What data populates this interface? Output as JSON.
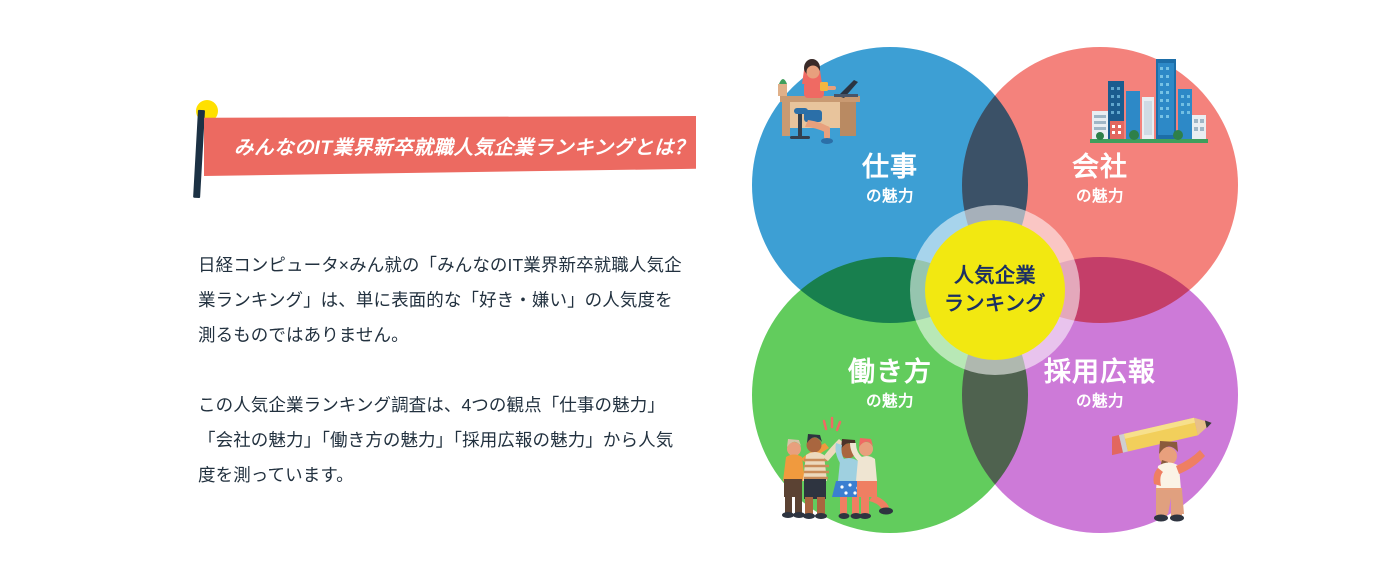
{
  "heading": {
    "banner_text": "みんなのIT業界新卒就職人気企業ランキングとは？",
    "pole_color": "#1c3144",
    "knob_color": "#ffe000",
    "flag_color": "#ec6a61",
    "text_color": "#ffffff"
  },
  "body": {
    "paragraph_1": "日経コンピュータ×みん就の「みんなのIT業界新卒就職人気企業ランキング」は、単に表面的な「好き・嫌い」の人気度を測るものではありません。",
    "paragraph_2": "この人気企業ランキング調査は、4つの観点「仕事の魅力」「会社の魅力」「働き方の魅力」「採用広報の魅力」から人気度を測っています。",
    "text_color": "#22313f"
  },
  "venn": {
    "center": {
      "line1": "人気企業",
      "line2": "ランキング",
      "fill": "#f2e811",
      "text_color": "#1b2f63"
    },
    "circles": [
      {
        "id": "work",
        "main": "仕事",
        "sub": "の魅力",
        "color": "#3d9fd4",
        "illustration": "person-at-desk-with-laptop-icon"
      },
      {
        "id": "company",
        "main": "会社",
        "sub": "の魅力",
        "color": "#f4827c",
        "illustration": "city-skyline-icon"
      },
      {
        "id": "work-style",
        "main": "働き方",
        "sub": "の魅力",
        "color": "#62cc5d",
        "illustration": "team-high-five-icon"
      },
      {
        "id": "recruit-pr",
        "main": "採用広報",
        "sub": "の魅力",
        "color": "#cd7ad8",
        "illustration": "person-with-pencil-icon"
      }
    ],
    "overlaps": {
      "work_company": "#33495e",
      "work_style": "#1c7a45",
      "company_pr": "#d14269",
      "style_pr": "#4d6340"
    }
  }
}
